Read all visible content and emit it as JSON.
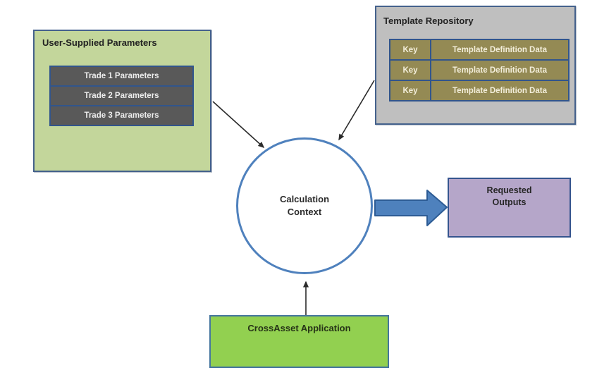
{
  "user_supplied": {
    "title": "User-Supplied Parameters",
    "trades": [
      {
        "label": "Trade 1 Parameters"
      },
      {
        "label": "Trade 2 Parameters"
      },
      {
        "label": "Trade 3 Parameters"
      }
    ]
  },
  "template_repository": {
    "title": "Template Repository",
    "rows": [
      {
        "key": "Key",
        "value": "Template Definition Data"
      },
      {
        "key": "Key",
        "value": "Template Definition Data"
      },
      {
        "key": "Key",
        "value": "Template Definition Data"
      }
    ]
  },
  "calculation_context": {
    "label": "Calculation Context"
  },
  "requested_outputs": {
    "label": "Requested Outputs"
  },
  "crossasset_application": {
    "label": "CrossAsset Application"
  },
  "colors": {
    "user_box_fill": "#c3d69b",
    "user_box_border": "#44618c",
    "trade_stack_fill": "#595959",
    "inner_border_blue": "#31558c",
    "repo_fill": "#bfbfbf",
    "repo_cell_fill": "#948a54",
    "circle_border": "#4f81bd",
    "outputs_fill": "#b5a6c9",
    "app_fill": "#92d050",
    "block_arrow_fill": "#4e81bd",
    "thin_arrow": "#2b2b2b"
  }
}
